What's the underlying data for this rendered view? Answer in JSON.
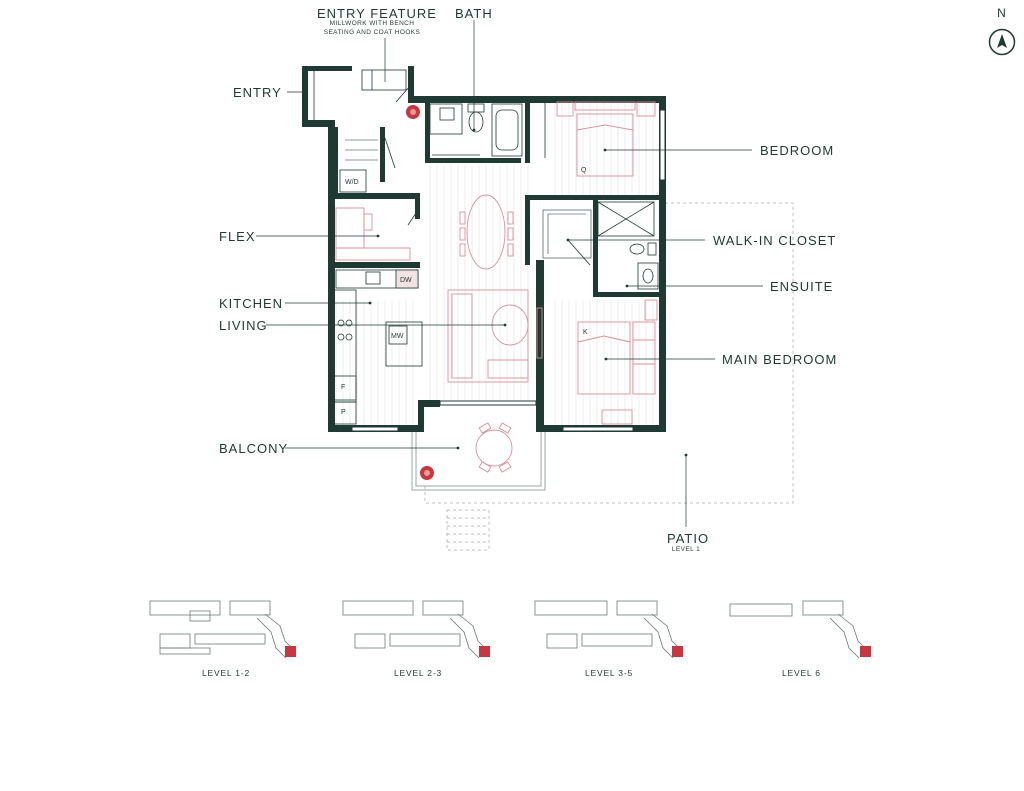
{
  "colors": {
    "wall": "#1f3a33",
    "furniture": "#d9909a",
    "accent": "#c8363f",
    "thin": "#9aa6a2"
  },
  "north": {
    "label": "N",
    "icon": "north-arrow-icon"
  },
  "labels": {
    "entry_feature": "ENTRY FEATURE",
    "entry_feature_sub1": "MILLWORK WITH BENCH",
    "entry_feature_sub2": "SEATING AND COAT HOOKS",
    "bath": "BATH",
    "entry": "ENTRY",
    "bedroom": "BEDROOM",
    "flex": "FLEX",
    "walk_in_closet": "WALK-IN CLOSET",
    "ensuite": "ENSUITE",
    "kitchen": "KITCHEN",
    "living": "LIVING",
    "main_bedroom": "MAIN BEDROOM",
    "balcony": "BALCONY",
    "patio": "PATIO",
    "patio_sub": "LEVEL 1"
  },
  "fixtures": {
    "wd": "W/D",
    "dw": "DW",
    "mw": "MW",
    "fridge": "F",
    "pantry": "P",
    "bed_q": "Q",
    "bed_k": "K"
  },
  "levels": [
    "LEVEL 1-2",
    "LEVEL 2-3",
    "LEVEL 3-5",
    "LEVEL 6"
  ]
}
